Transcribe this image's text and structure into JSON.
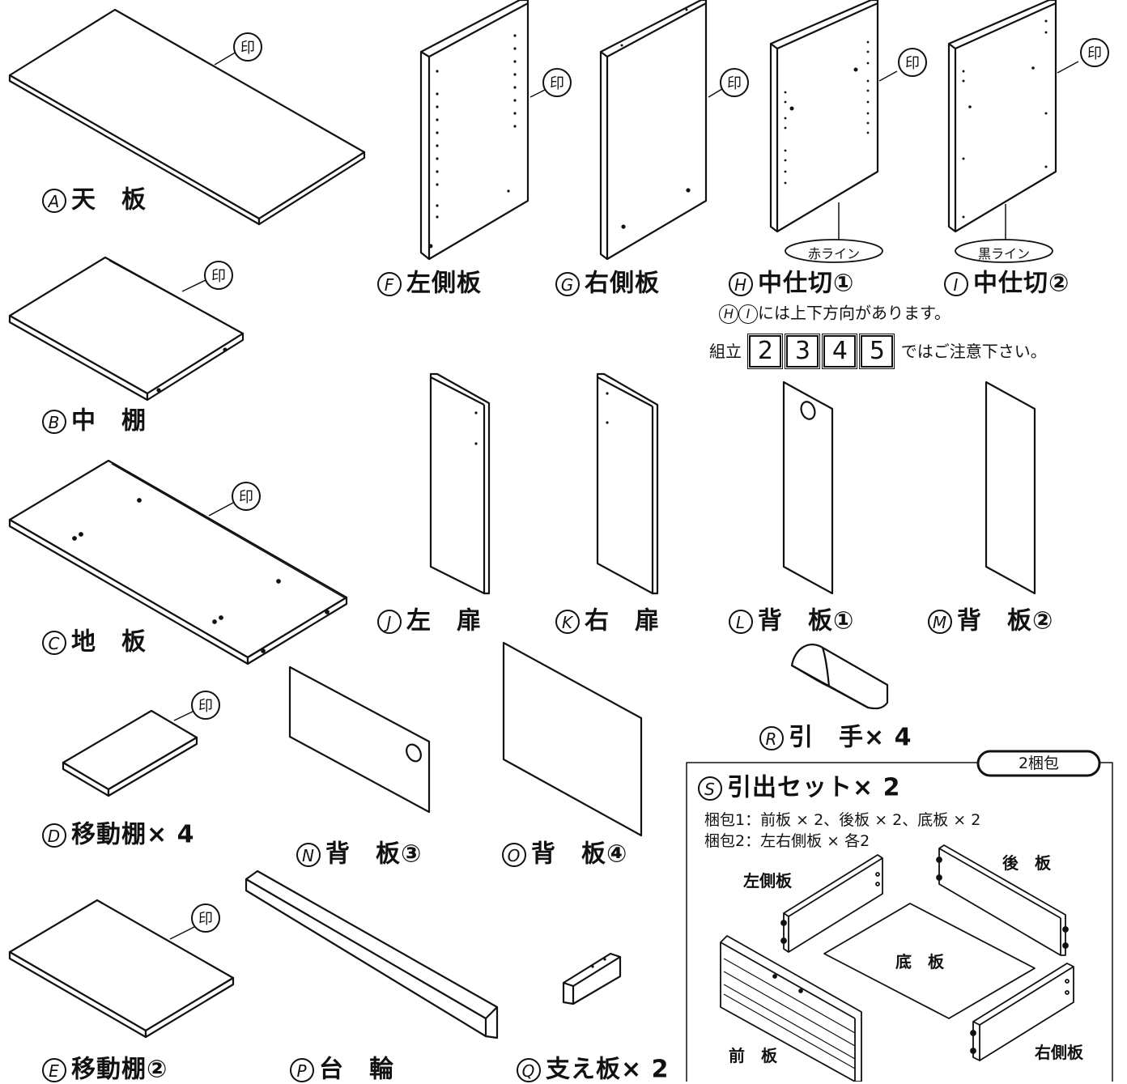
{
  "stamp_text": "印",
  "parts": [
    {
      "letter": "A",
      "name": "天　板"
    },
    {
      "letter": "B",
      "name": "中　棚"
    },
    {
      "letter": "C",
      "name": "地　板"
    },
    {
      "letter": "D",
      "name": "移動棚× 4"
    },
    {
      "letter": "E",
      "name": "移動棚②"
    },
    {
      "letter": "F",
      "name": "左側板"
    },
    {
      "letter": "G",
      "name": "右側板"
    },
    {
      "letter": "H",
      "name": "中仕切①"
    },
    {
      "letter": "I",
      "name": "中仕切②"
    },
    {
      "letter": "J",
      "name": "左　扉"
    },
    {
      "letter": "K",
      "name": "右　扉"
    },
    {
      "letter": "L",
      "name": "背　板①"
    },
    {
      "letter": "M",
      "name": "背　板②"
    },
    {
      "letter": "N",
      "name": "背　板③"
    },
    {
      "letter": "O",
      "name": "背　板④"
    },
    {
      "letter": "P",
      "name": "台　輪"
    },
    {
      "letter": "Q",
      "name": "支え板× 2"
    },
    {
      "letter": "R",
      "name": "引　手× 4"
    },
    {
      "letter": "S",
      "name": "引出セット× 2"
    }
  ],
  "line_labels": {
    "red": "赤ライン",
    "black": "黒ライン"
  },
  "orientation_note": {
    "letters": [
      "H",
      "I"
    ],
    "text": "には上下方向があります。",
    "prefix": "組立",
    "steps": [
      "2",
      "3",
      "4",
      "5"
    ],
    "suffix": "ではご注意下さい。"
  },
  "drawer_set": {
    "package_badge": "2梱包",
    "package1": "梱包1：前板 × 2、後板 × 2、底板 × 2",
    "package2": "梱包2：左右側板 × 各2",
    "components": {
      "left_side": "左側板",
      "back": "後　板",
      "bottom": "底　板",
      "front": "前　板",
      "right_side": "右側板"
    }
  }
}
